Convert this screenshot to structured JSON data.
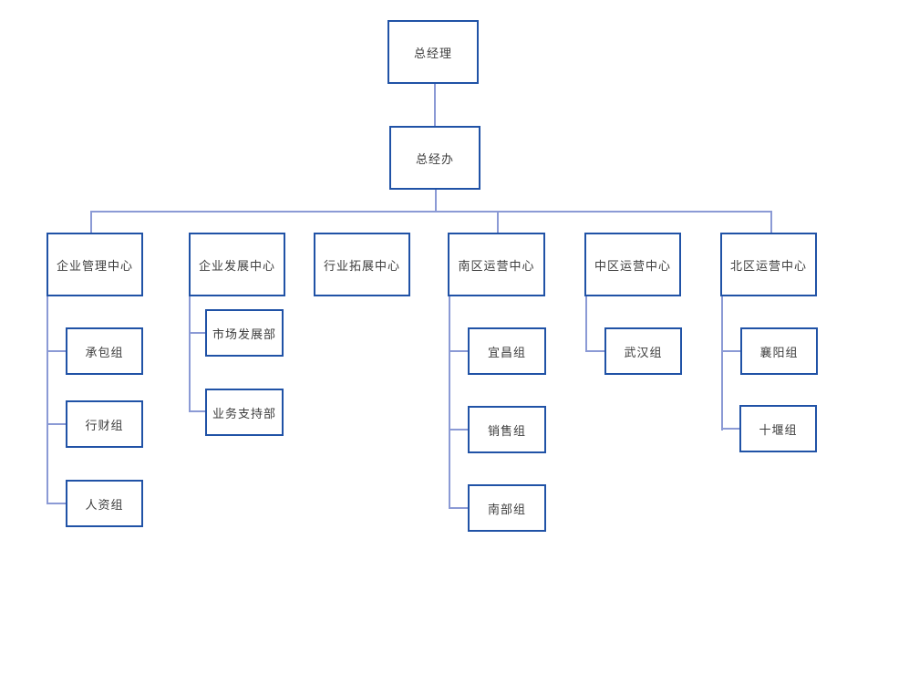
{
  "org_chart": {
    "type": "org-tree",
    "root": {
      "label": "总经理",
      "children": [
        {
          "label": "总经办",
          "children": [
            {
              "label": "企业管理中心",
              "children": [
                {
                  "label": "承包组"
                },
                {
                  "label": "行财组"
                },
                {
                  "label": "人资组"
                }
              ]
            },
            {
              "label": "企业发展中心",
              "children": [
                {
                  "label": "市场发展部"
                },
                {
                  "label": "业务支持部"
                }
              ]
            },
            {
              "label": "行业拓展中心",
              "children": []
            },
            {
              "label": "南区运营中心",
              "children": [
                {
                  "label": "宜昌组"
                },
                {
                  "label": "销售组"
                },
                {
                  "label": "南部组"
                }
              ]
            },
            {
              "label": "中区运营中心",
              "children": [
                {
                  "label": "武汉组"
                }
              ]
            },
            {
              "label": "北区运营中心",
              "children": [
                {
                  "label": "襄阳组"
                },
                {
                  "label": "十堰组"
                }
              ]
            }
          ]
        }
      ]
    },
    "colors": {
      "node_border": "#2052a6",
      "connector": "#8b9ad5",
      "label_text": "#3d3d3d",
      "background": "#ffffff"
    }
  }
}
